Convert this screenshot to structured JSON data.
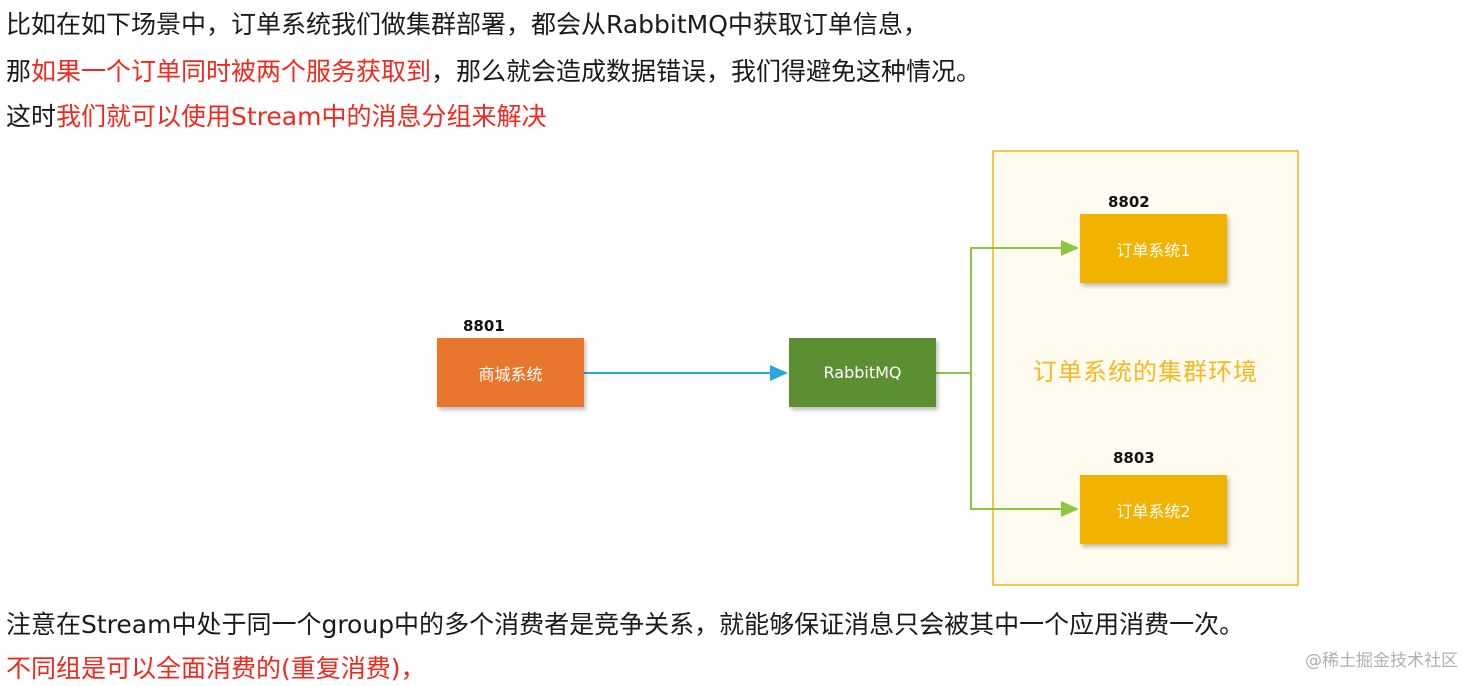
{
  "text": {
    "line1": "比如在如下场景中，订单系统我们做集群部署，都会从RabbitMQ中获取订单信息，",
    "line2_pre": "那",
    "line2_red": "如果一个订单同时被两个服务获取到",
    "line2_post": "，那么就会造成数据错误，我们得避免这种情况。",
    "line3_pre": "这时",
    "line3_red": "我们就可以使用Stream中的消息分组来解决",
    "line4": "注意在Stream中处于同一个group中的多个消费者是竞争关系，就能够保证消息只会被其中一个应用消费一次。",
    "line5_red": "不同组是可以全面消费的(重复消费)，"
  },
  "diagram": {
    "mall": {
      "label": "商城系统",
      "port": "8801",
      "color": "#e8762c"
    },
    "mq": {
      "label": "RabbitMQ",
      "color": "#5c8f32"
    },
    "order1": {
      "label": "订单系统1",
      "port": "8802",
      "color": "#f2b200"
    },
    "order2": {
      "label": "订单系统2",
      "port": "8803",
      "color": "#f2b200"
    },
    "cluster_label": "订单系统的集群环境",
    "arrow_colors": {
      "mall_to_mq": "#29a8e0",
      "mq_to_orders": "#8dc63f"
    }
  },
  "watermark": "@稀土掘金技术社区"
}
